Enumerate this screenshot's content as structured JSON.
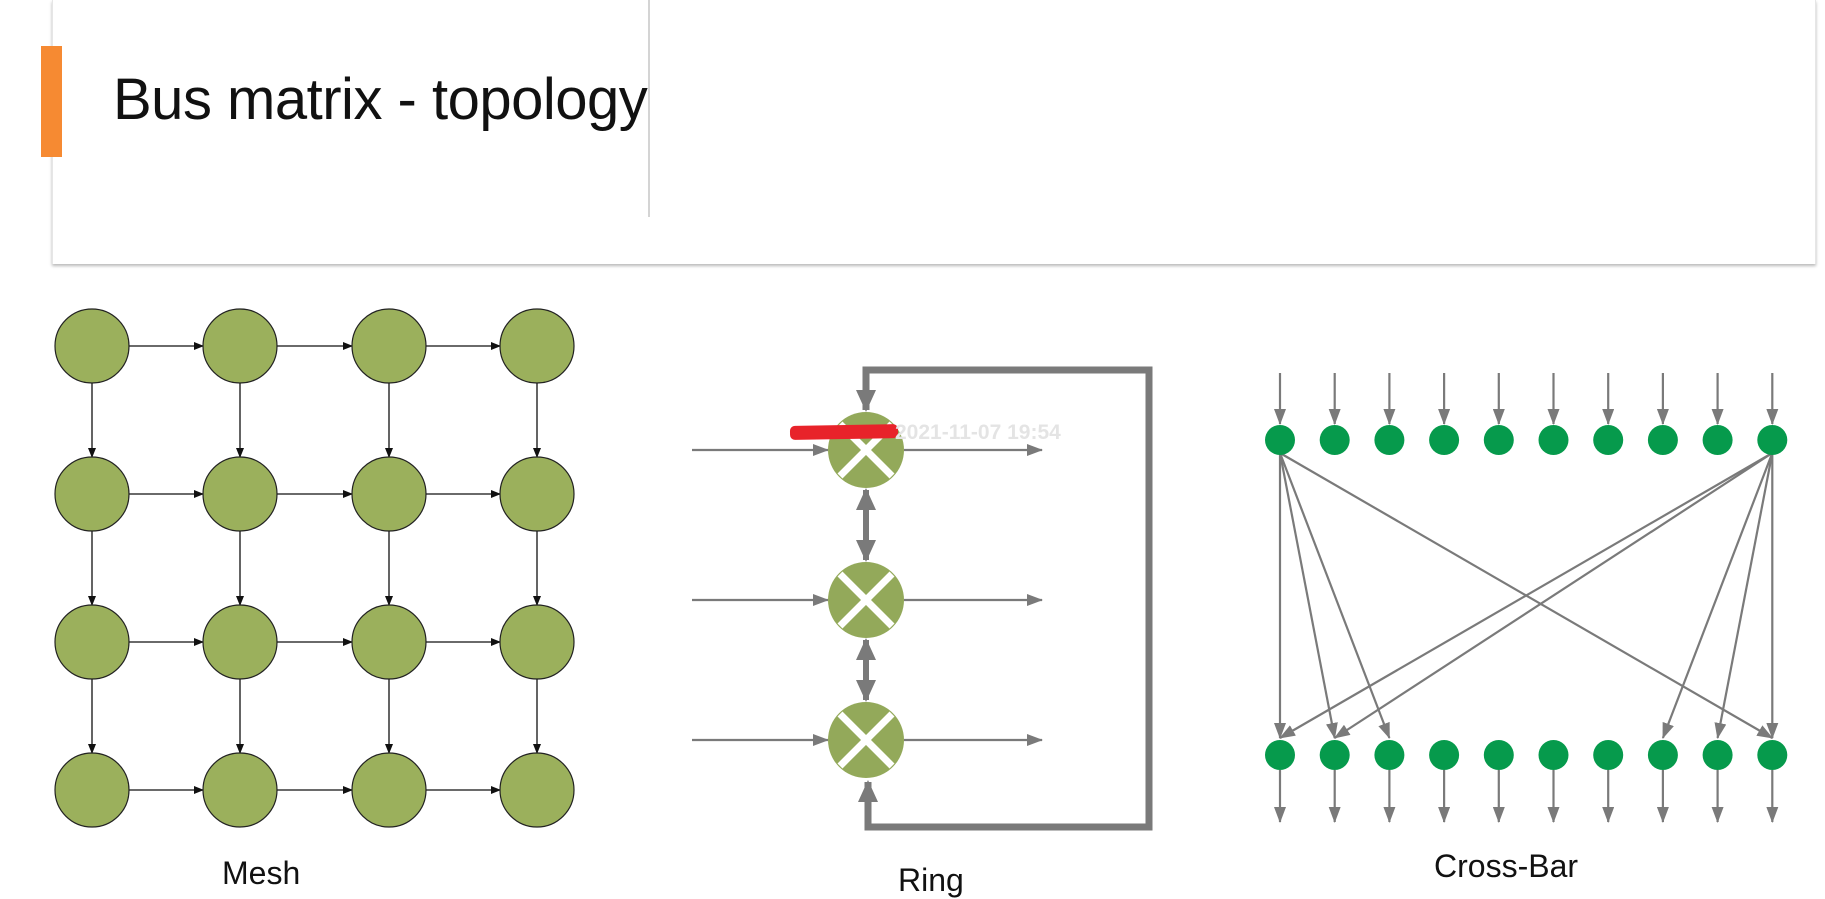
{
  "header": {
    "title": "Bus matrix - topology"
  },
  "diagrams": {
    "mesh": {
      "label": "Mesh",
      "rows": 4,
      "cols": 4
    },
    "ring": {
      "label": "Ring",
      "switch_count": 3
    },
    "crossbar": {
      "label": "Cross-Bar",
      "inputs": 10,
      "outputs": 10
    }
  },
  "overlay": {
    "watermark_text": "2021-11-07 19:54"
  },
  "colors": {
    "accent": "#f68a32",
    "mesh_node": "#9bb05c",
    "ring_switch": "#93a95a",
    "crossbar_node": "#069a4c",
    "connector_gray": "#7a7a7a"
  }
}
